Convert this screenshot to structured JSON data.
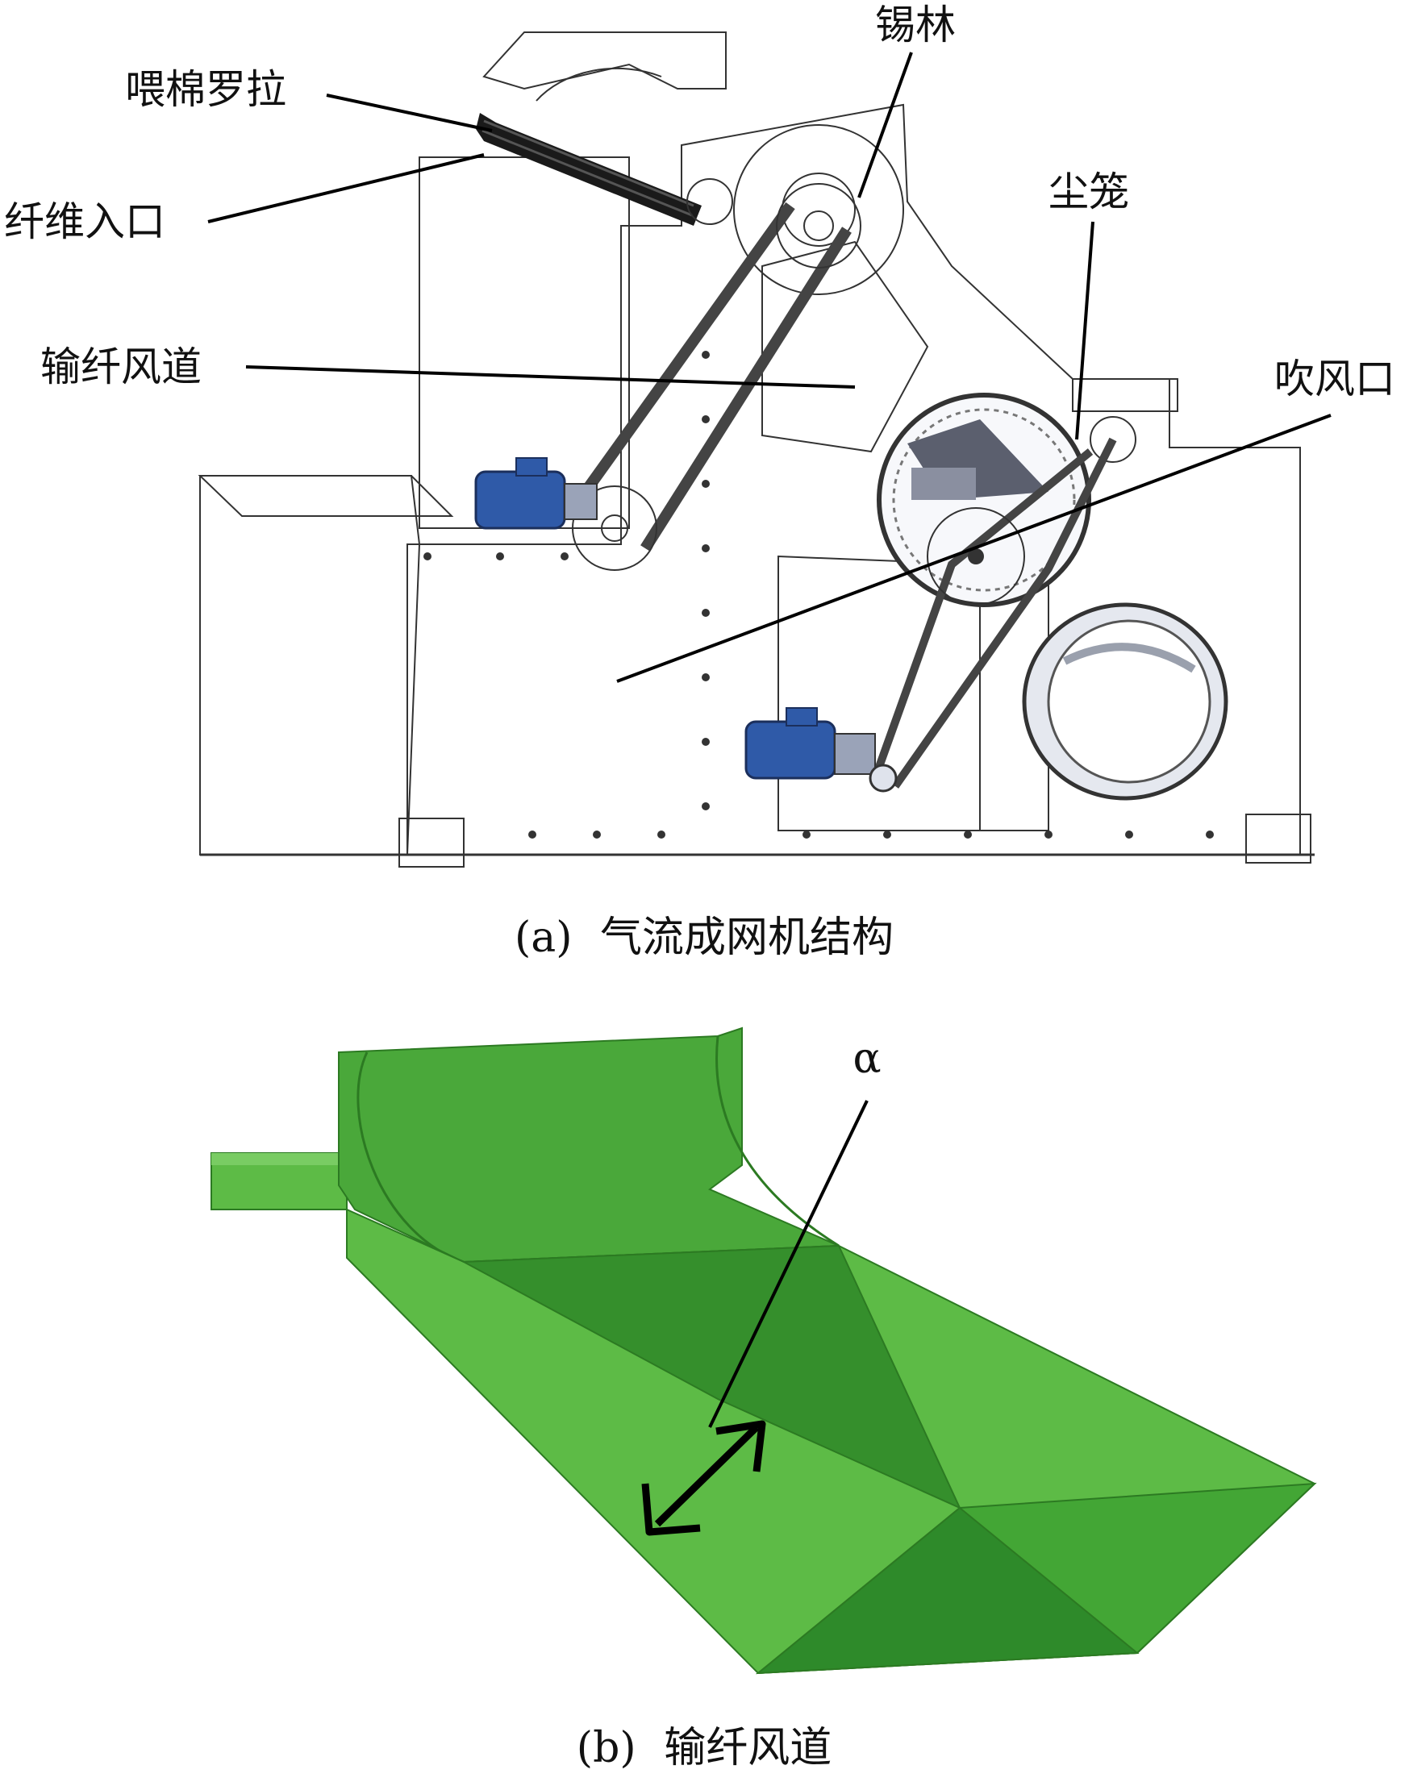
{
  "panel_a": {
    "labels": {
      "feed_roller": "喂棉罗拉",
      "fiber_inlet": "纤维入口",
      "fiber_duct": "输纤风道",
      "licker_in": "锡林",
      "dust_cage": "尘笼",
      "air_outlet": "吹风口"
    },
    "caption_tag": "(a)",
    "caption": "气流成网机结构"
  },
  "panel_b": {
    "angle_symbol": "α",
    "caption_tag": "(b)",
    "caption": "输纤风道"
  },
  "colors": {
    "machine_body": "#f4f6fb",
    "machine_outline": "#333333",
    "duct_light": "#5dbb46",
    "duct_mid": "#43a635",
    "duct_dark": "#2e8a2a",
    "motor_blue": "#2f5aa8"
  }
}
